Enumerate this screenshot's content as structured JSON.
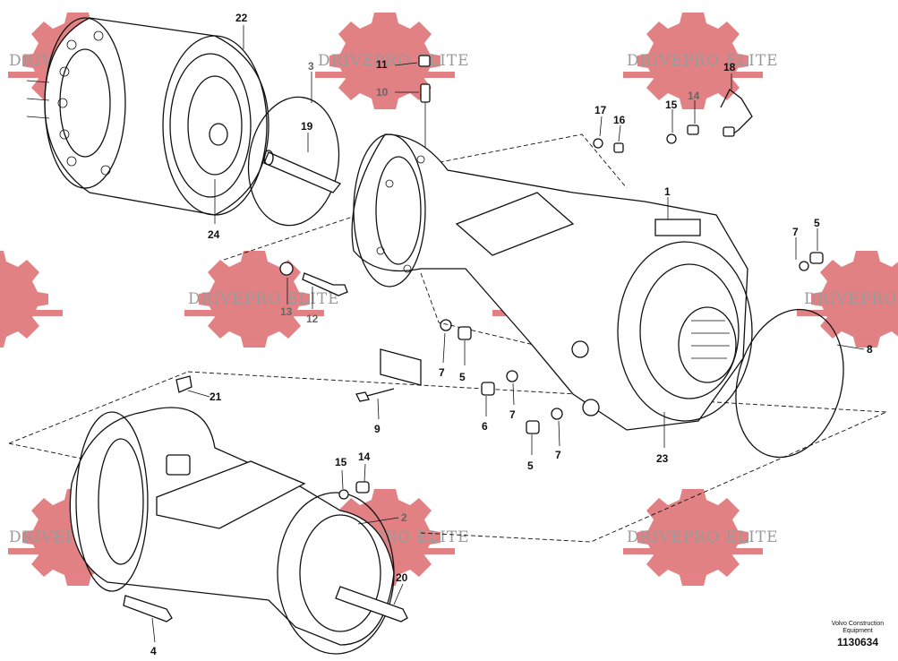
{
  "watermark": {
    "text": "DRIVEPRO ELITE",
    "color": "#d9575c"
  },
  "callouts": [
    {
      "id": "c22",
      "label": "22"
    },
    {
      "id": "c3",
      "label": "3"
    },
    {
      "id": "c11",
      "label": "11"
    },
    {
      "id": "c10",
      "label": "10"
    },
    {
      "id": "c18",
      "label": "18"
    },
    {
      "id": "c19",
      "label": "19"
    },
    {
      "id": "c17",
      "label": "17"
    },
    {
      "id": "c16",
      "label": "16"
    },
    {
      "id": "c15a",
      "label": "15"
    },
    {
      "id": "c14a",
      "label": "14"
    },
    {
      "id": "c1",
      "label": "1"
    },
    {
      "id": "c24",
      "label": "24"
    },
    {
      "id": "c7a",
      "label": "7"
    },
    {
      "id": "c5a",
      "label": "5"
    },
    {
      "id": "c13",
      "label": "13"
    },
    {
      "id": "c12",
      "label": "12"
    },
    {
      "id": "c8",
      "label": "8"
    },
    {
      "id": "c7b",
      "label": "7"
    },
    {
      "id": "c5b",
      "label": "5"
    },
    {
      "id": "c9",
      "label": "9"
    },
    {
      "id": "c6",
      "label": "6"
    },
    {
      "id": "c7c",
      "label": "7"
    },
    {
      "id": "c21",
      "label": "21"
    },
    {
      "id": "c5c",
      "label": "5"
    },
    {
      "id": "c7d",
      "label": "7"
    },
    {
      "id": "c23",
      "label": "23"
    },
    {
      "id": "c15b",
      "label": "15"
    },
    {
      "id": "c14b",
      "label": "14"
    },
    {
      "id": "c2",
      "label": "2"
    },
    {
      "id": "c20",
      "label": "20"
    },
    {
      "id": "c4",
      "label": "4"
    }
  ],
  "footer": {
    "org_line1": "Volvo Construction",
    "org_line2": "Equipment",
    "drawing_number": "1130634"
  }
}
